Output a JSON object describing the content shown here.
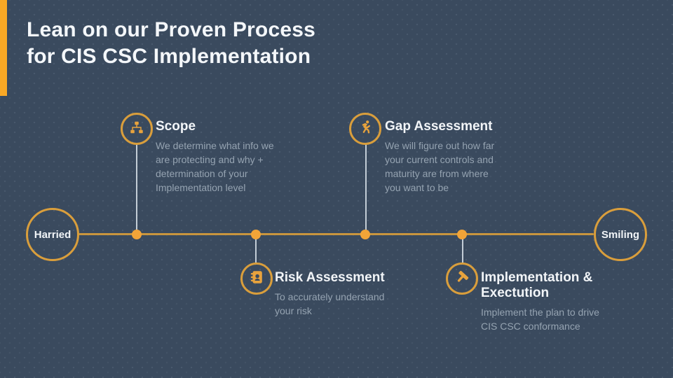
{
  "slide": {
    "title": "Lean on our Proven Process\nfor CIS CSC Implementation"
  },
  "colors": {
    "background": "#3A4A5E",
    "accent_orange": "#F9A825",
    "timeline_gold": "#C9953E",
    "node_dot_orange": "#F2A438",
    "ring_gold": "#D99E3C",
    "icon_orange": "#E8A33D",
    "title_white": "#F2F5F8",
    "description_gray": "#95A3B1",
    "connector_gray": "#C3CDD6"
  },
  "timeline": {
    "start_label": "Harried",
    "end_label": "Smiling"
  },
  "milestones": [
    {
      "title": "Scope",
      "description": "We determine what info we\nare protecting and why +\ndetermination of your\nImplementation level",
      "icon": "sitemap-icon",
      "position": "above-line"
    },
    {
      "title": "Risk Assessment",
      "description": "To accurately understand\nyour risk",
      "icon": "address-book-icon",
      "position": "below-line"
    },
    {
      "title": "Gap Assessment",
      "description": "We will figure out how far\nyour current controls and\nmaturity are from where\nyou want to be",
      "icon": "running-person-icon",
      "position": "above-line"
    },
    {
      "title": "Implementation &\nExectution",
      "description": "Implement the plan to drive\nCIS CSC conformance",
      "icon": "hammer-icon",
      "position": "below-line"
    }
  ]
}
